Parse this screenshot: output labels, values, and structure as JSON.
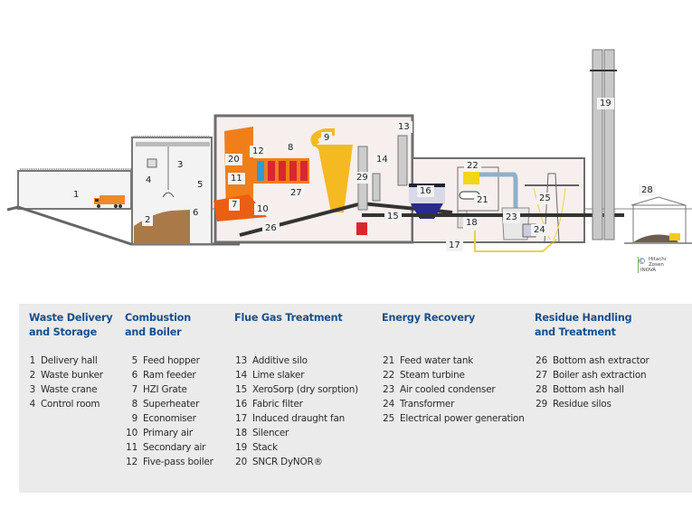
{
  "diagram": {
    "title": "Waste-to-energy plant process diagram",
    "colors": {
      "accent": "#1b4f8a",
      "boiler": "#f07f1a",
      "economiser": "#f5b921",
      "superheater": "#d7282e",
      "pipe": "#8fb0c9",
      "yellow_cable": "#e5d44b",
      "building": "#f7efed",
      "wall": "#6e6e6e"
    },
    "callouts": [
      "1",
      "2",
      "3",
      "4",
      "5",
      "6",
      "7",
      "8",
      "9",
      "10",
      "11",
      "12",
      "13",
      "14",
      "15",
      "16",
      "17",
      "18",
      "19",
      "20",
      "21",
      "22",
      "23",
      "24",
      "25",
      "26",
      "27",
      "28",
      "29"
    ],
    "copyright": {
      "symbol": "©",
      "line1": "Hitachi Zosen",
      "line2": "INOVA"
    }
  },
  "legend": {
    "columns": [
      {
        "heading_line1": "Waste Delivery",
        "heading_line2": "and Storage",
        "items": [
          {
            "num": "1",
            "label": "Delivery hall"
          },
          {
            "num": "2",
            "label": "Waste bunker"
          },
          {
            "num": "3",
            "label": "Waste crane"
          },
          {
            "num": "4",
            "label": "Control room"
          }
        ]
      },
      {
        "heading_line1": "Combustion",
        "heading_line2": "and Boiler",
        "items": [
          {
            "num": "5",
            "label": "Feed hopper"
          },
          {
            "num": "6",
            "label": "Ram feeder"
          },
          {
            "num": "7",
            "label": "HZI Grate"
          },
          {
            "num": "8",
            "label": "Superheater"
          },
          {
            "num": "9",
            "label": "Economiser"
          },
          {
            "num": "10",
            "label": "Primary air"
          },
          {
            "num": "11",
            "label": "Secondary air"
          },
          {
            "num": "12",
            "label": "Five-pass boiler"
          }
        ]
      },
      {
        "heading_line1": "Flue Gas Treatment",
        "heading_line2": "",
        "items": [
          {
            "num": "13",
            "label": "Additive silo"
          },
          {
            "num": "14",
            "label": "Lime slaker"
          },
          {
            "num": "15",
            "label": "XeroSorp (dry sorption)"
          },
          {
            "num": "16",
            "label": "Fabric filter"
          },
          {
            "num": "17",
            "label": "Induced draught fan"
          },
          {
            "num": "18",
            "label": "Silencer"
          },
          {
            "num": "19",
            "label": "Stack"
          },
          {
            "num": "20",
            "label": "SNCR DyNOR®"
          }
        ]
      },
      {
        "heading_line1": "Energy Recovery",
        "heading_line2": "",
        "items": [
          {
            "num": "21",
            "label": "Feed water tank"
          },
          {
            "num": "22",
            "label": "Steam turbine"
          },
          {
            "num": "23",
            "label": "Air cooled condenser"
          },
          {
            "num": "24",
            "label": "Transformer"
          },
          {
            "num": "25",
            "label": "Electrical power generation"
          }
        ]
      },
      {
        "heading_line1": "Residue Handling",
        "heading_line2": "and Treatment",
        "items": [
          {
            "num": "26",
            "label": "Bottom ash extractor"
          },
          {
            "num": "27",
            "label": "Boiler ash extraction"
          },
          {
            "num": "28",
            "label": "Bottom ash hall"
          },
          {
            "num": "29",
            "label": "Residue silos"
          }
        ]
      }
    ]
  }
}
